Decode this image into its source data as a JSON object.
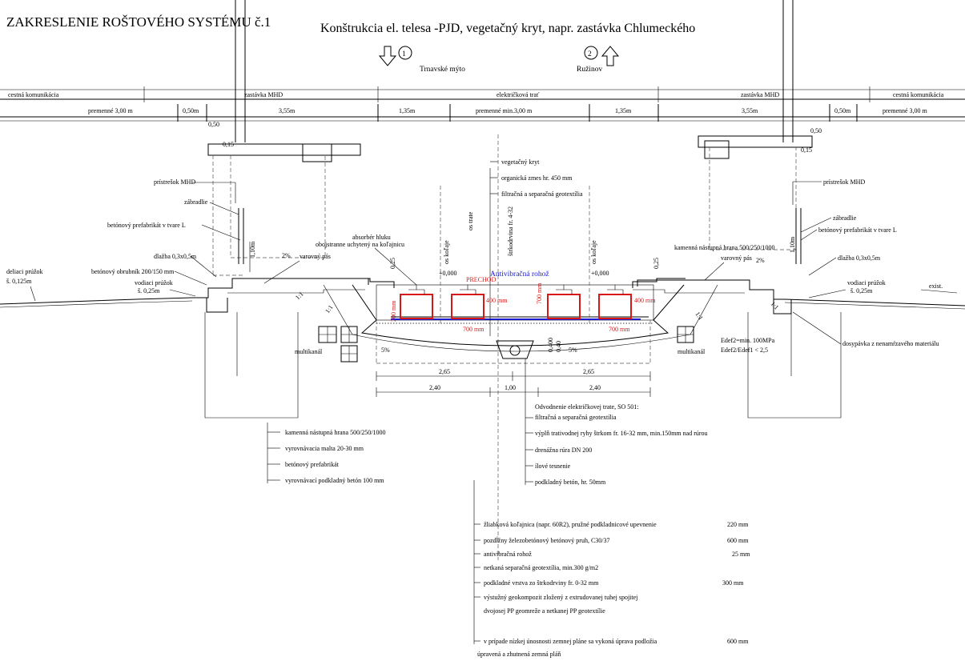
{
  "titles": {
    "left": "ZAKRESLENIE ROŠTOVÉHO SYSTÉMU č.1",
    "main": "Konštrukcia el. telesa -PJD,  vegetačný kryt, napr. zastávka Chlumeckého"
  },
  "directions": {
    "left_num": "1",
    "left_name": "Trnavské mýto",
    "right_num": "2",
    "right_name": "Ružinov"
  },
  "zones": [
    "cestná komunikácia",
    "zastávka MHD",
    "električková trať",
    "zastávka MHD",
    "cestná komunikácia"
  ],
  "dims_top": {
    "d1": "premenné  3,00 m",
    "d2": "0,50m",
    "d3": "3,55m",
    "d4": "1,35m",
    "d5": "premenné min.3,00 m",
    "d6": "1,35m",
    "d7": "3,55m",
    "d8": "0,50m",
    "d9": "premenné  3,00 m"
  },
  "small_dims": {
    "left_050": "0,50",
    "left_015": "0,15",
    "right_050": "0,50",
    "right_015": "0,15",
    "h110_left": "1,10m",
    "h110_right": "1,10m",
    "p025_left": "0,25",
    "p025_right": "0,25",
    "pct2_left": "2%",
    "pct2_right": "2%",
    "pct5_left": "5%",
    "pct5_right": "5%",
    "slope_left": "1:1",
    "slope_right": "1:1",
    "slope_left2": "1:1",
    "slope_right2": "1:1",
    "h400": "0,400",
    "h040": "0,40",
    "exist": "exist.",
    "elev_left": "+0,000",
    "elev_right": "+0,000"
  },
  "dims_bottom": {
    "a1": "2,65",
    "a2": "2,65",
    "b1": "2,40",
    "b2": "1,00",
    "b3": "2,40"
  },
  "labels": {
    "vegetacny": "vegetačný kryt",
    "organicka": "organická zmes hr. 450 mm",
    "filtracna": "filtračná a separačná geotextília",
    "os_trate": "os trate",
    "os_kolaje_l": "os koľaje",
    "os_kolaje_r": "os koľaje",
    "sterkodrvina": "štrkodrvina fr. 4-32",
    "absorber1": "absorbér hluku",
    "absorber2": "obojstranne uchytený na koľajnicu",
    "pristresok_l": "prístrešok MHD",
    "zabradlie_l": "zábradlie",
    "prefabrikat_l": "betónový prefabrikát v tvare L",
    "dlazba_l": "dlažba 0,3x0,5m",
    "varovny_l": "varovný pás",
    "obrubnik": "betónový obrubník  200/150 mm",
    "vodiaci_l1": "vodiaci prúžok",
    "vodiaci_l2": "š. 0,25m",
    "deliaci1": "deliaci prúžok",
    "deliaci2": "š. 0,125m",
    "multikanal_l": "multikanál",
    "multikanal_r": "multikanál",
    "antivib": "Antivibračná rohož",
    "prechod": "PRECHOD",
    "m400_l": "400 mm",
    "m400_r": "400 mm",
    "m700_1": "700 mm",
    "m700_2": "700 mm",
    "m700_3": "700 mm",
    "m200": "200 mm",
    "pristresok_r": "prístrešok MHD",
    "zabradlie_r": "zábradlie",
    "prefabrikat_r": "betónový prefabrikát v tvare L",
    "kamenna_r": "kamenná nástupná hrana 500/250/1000",
    "varovny_r": "varovný pás",
    "dlazba_r": "dlažba 0,3x0,5m",
    "vodiaci_r1": "vodiaci prúžok",
    "vodiaci_r2": "š. 0,25m",
    "edef1": "Edef2=min. 100MPa",
    "edef2": "Edef2/Edef1 < 2,5",
    "dosypavka": "dosypávka z nenamŕzavého materiálu"
  },
  "legend_left": [
    "kamenná nástupná hrana 500/250/1000",
    "vyrovnávacia malta 20-30 mm",
    "betónový  prefabrikát",
    "vyrovnávací podkladný betón 100 mm"
  ],
  "legend_drain": [
    "Odvodnenie električkovej trate, SO 501:",
    "filtračná a separačná geotextília",
    "výplň trativodnej ryhy štrkom fr. 16-32 mm, min.150mm nad rúrou",
    "drenážna rúra DN 200",
    "ílové tesnenie",
    "podkladný betón, hr. 50mm"
  ],
  "legend_bottom": [
    {
      "text": "žliabková koľajnica (napr. 60R2), pružné podkladnicové upevnenie",
      "value": "220 mm"
    },
    {
      "text": "pozdĺžny železobetónový betónový pruh, C30/37",
      "value": "600 mm"
    },
    {
      "text": "antivibračná rohož",
      "value": "25 mm"
    },
    {
      "text": "netkaná separačná geotextília, min.300 g/m2",
      "value": ""
    },
    {
      "text": "podkladné vrstva zo štrkodrviny fr. 0-32 mm",
      "value": "300 mm"
    },
    {
      "text": "výstužný geokompozit  zložený z extrudovanej tuhej spojitej",
      "value": ""
    },
    {
      "text": "dvojosej PP geomreže a netkanej PP geotextílie",
      "value": ""
    },
    {
      "text": "v prípade  nízkej únosnosti  zemnej pláne sa vykoná úprava podložia",
      "value": "600 mm"
    },
    {
      "text": "úpravená a zhutnená zemná pláň",
      "value": ""
    }
  ],
  "colors": {
    "ink": "#000000",
    "red": "#d81818",
    "blue": "#1a1ad0",
    "background": "#ffffff"
  }
}
